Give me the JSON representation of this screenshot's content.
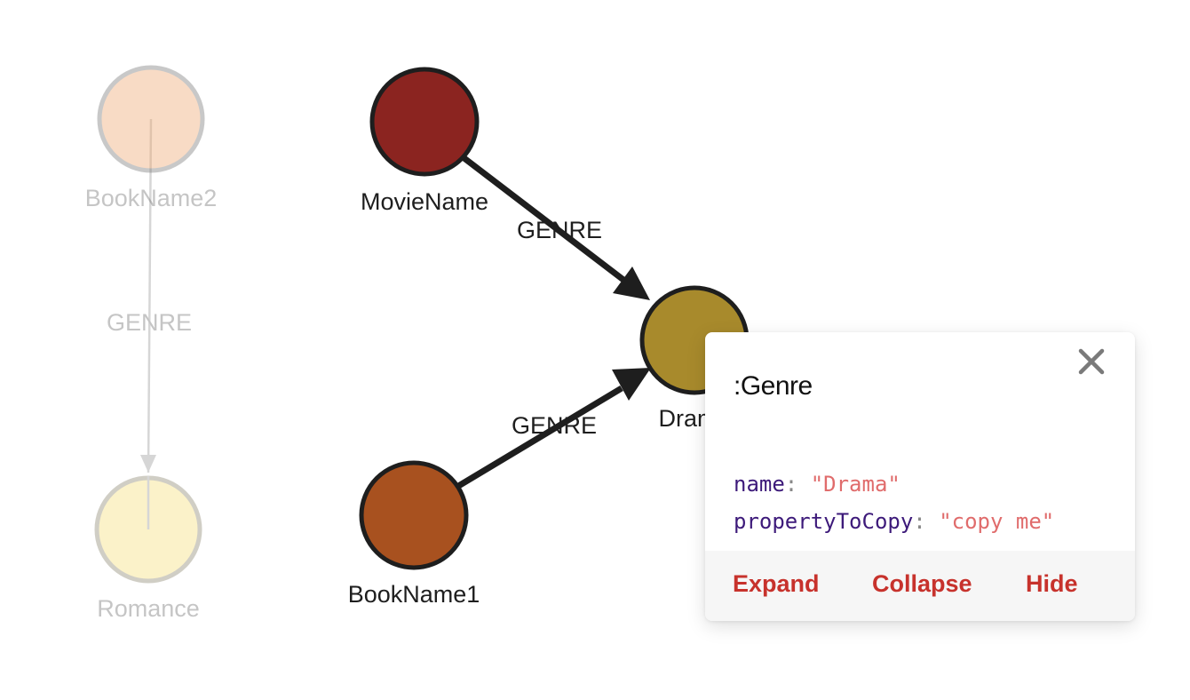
{
  "graph": {
    "nodes": [
      {
        "id": "bookname2",
        "label": "BookName2",
        "color": "#f5d4b8",
        "stroke": "#bfbfbf",
        "faded": true
      },
      {
        "id": "romance",
        "label": "Romance",
        "color": "#faeebb",
        "stroke": "#c2bfb0",
        "faded": true
      },
      {
        "id": "moviename",
        "label": "MovieName",
        "color": "#8b2420",
        "stroke": "#1e1e1e",
        "faded": false
      },
      {
        "id": "bookname1",
        "label": "BookName1",
        "color": "#a8511f",
        "stroke": "#1e1e1e",
        "faded": false
      },
      {
        "id": "drama",
        "label": "Drama",
        "color": "#a88a2c",
        "stroke": "#1e1e1e",
        "faded": false
      }
    ],
    "edges": [
      {
        "from": "bookname2",
        "to": "romance",
        "label": "GENRE",
        "faded": true
      },
      {
        "from": "moviename",
        "to": "drama",
        "label": "GENRE",
        "faded": false
      },
      {
        "from": "bookname1",
        "to": "drama",
        "label": "GENRE",
        "faded": false
      }
    ]
  },
  "panel": {
    "close_icon": "close-icon",
    "title": ":Genre",
    "properties": [
      {
        "key": "name",
        "sep": ":",
        "value": "\"Drama\""
      },
      {
        "key": "propertyToCopy",
        "sep": ":",
        "value": "\"copy me\""
      }
    ],
    "actions": {
      "expand": "Expand",
      "collapse": "Collapse",
      "hide": "Hide"
    },
    "action_color": "#c7322c"
  }
}
